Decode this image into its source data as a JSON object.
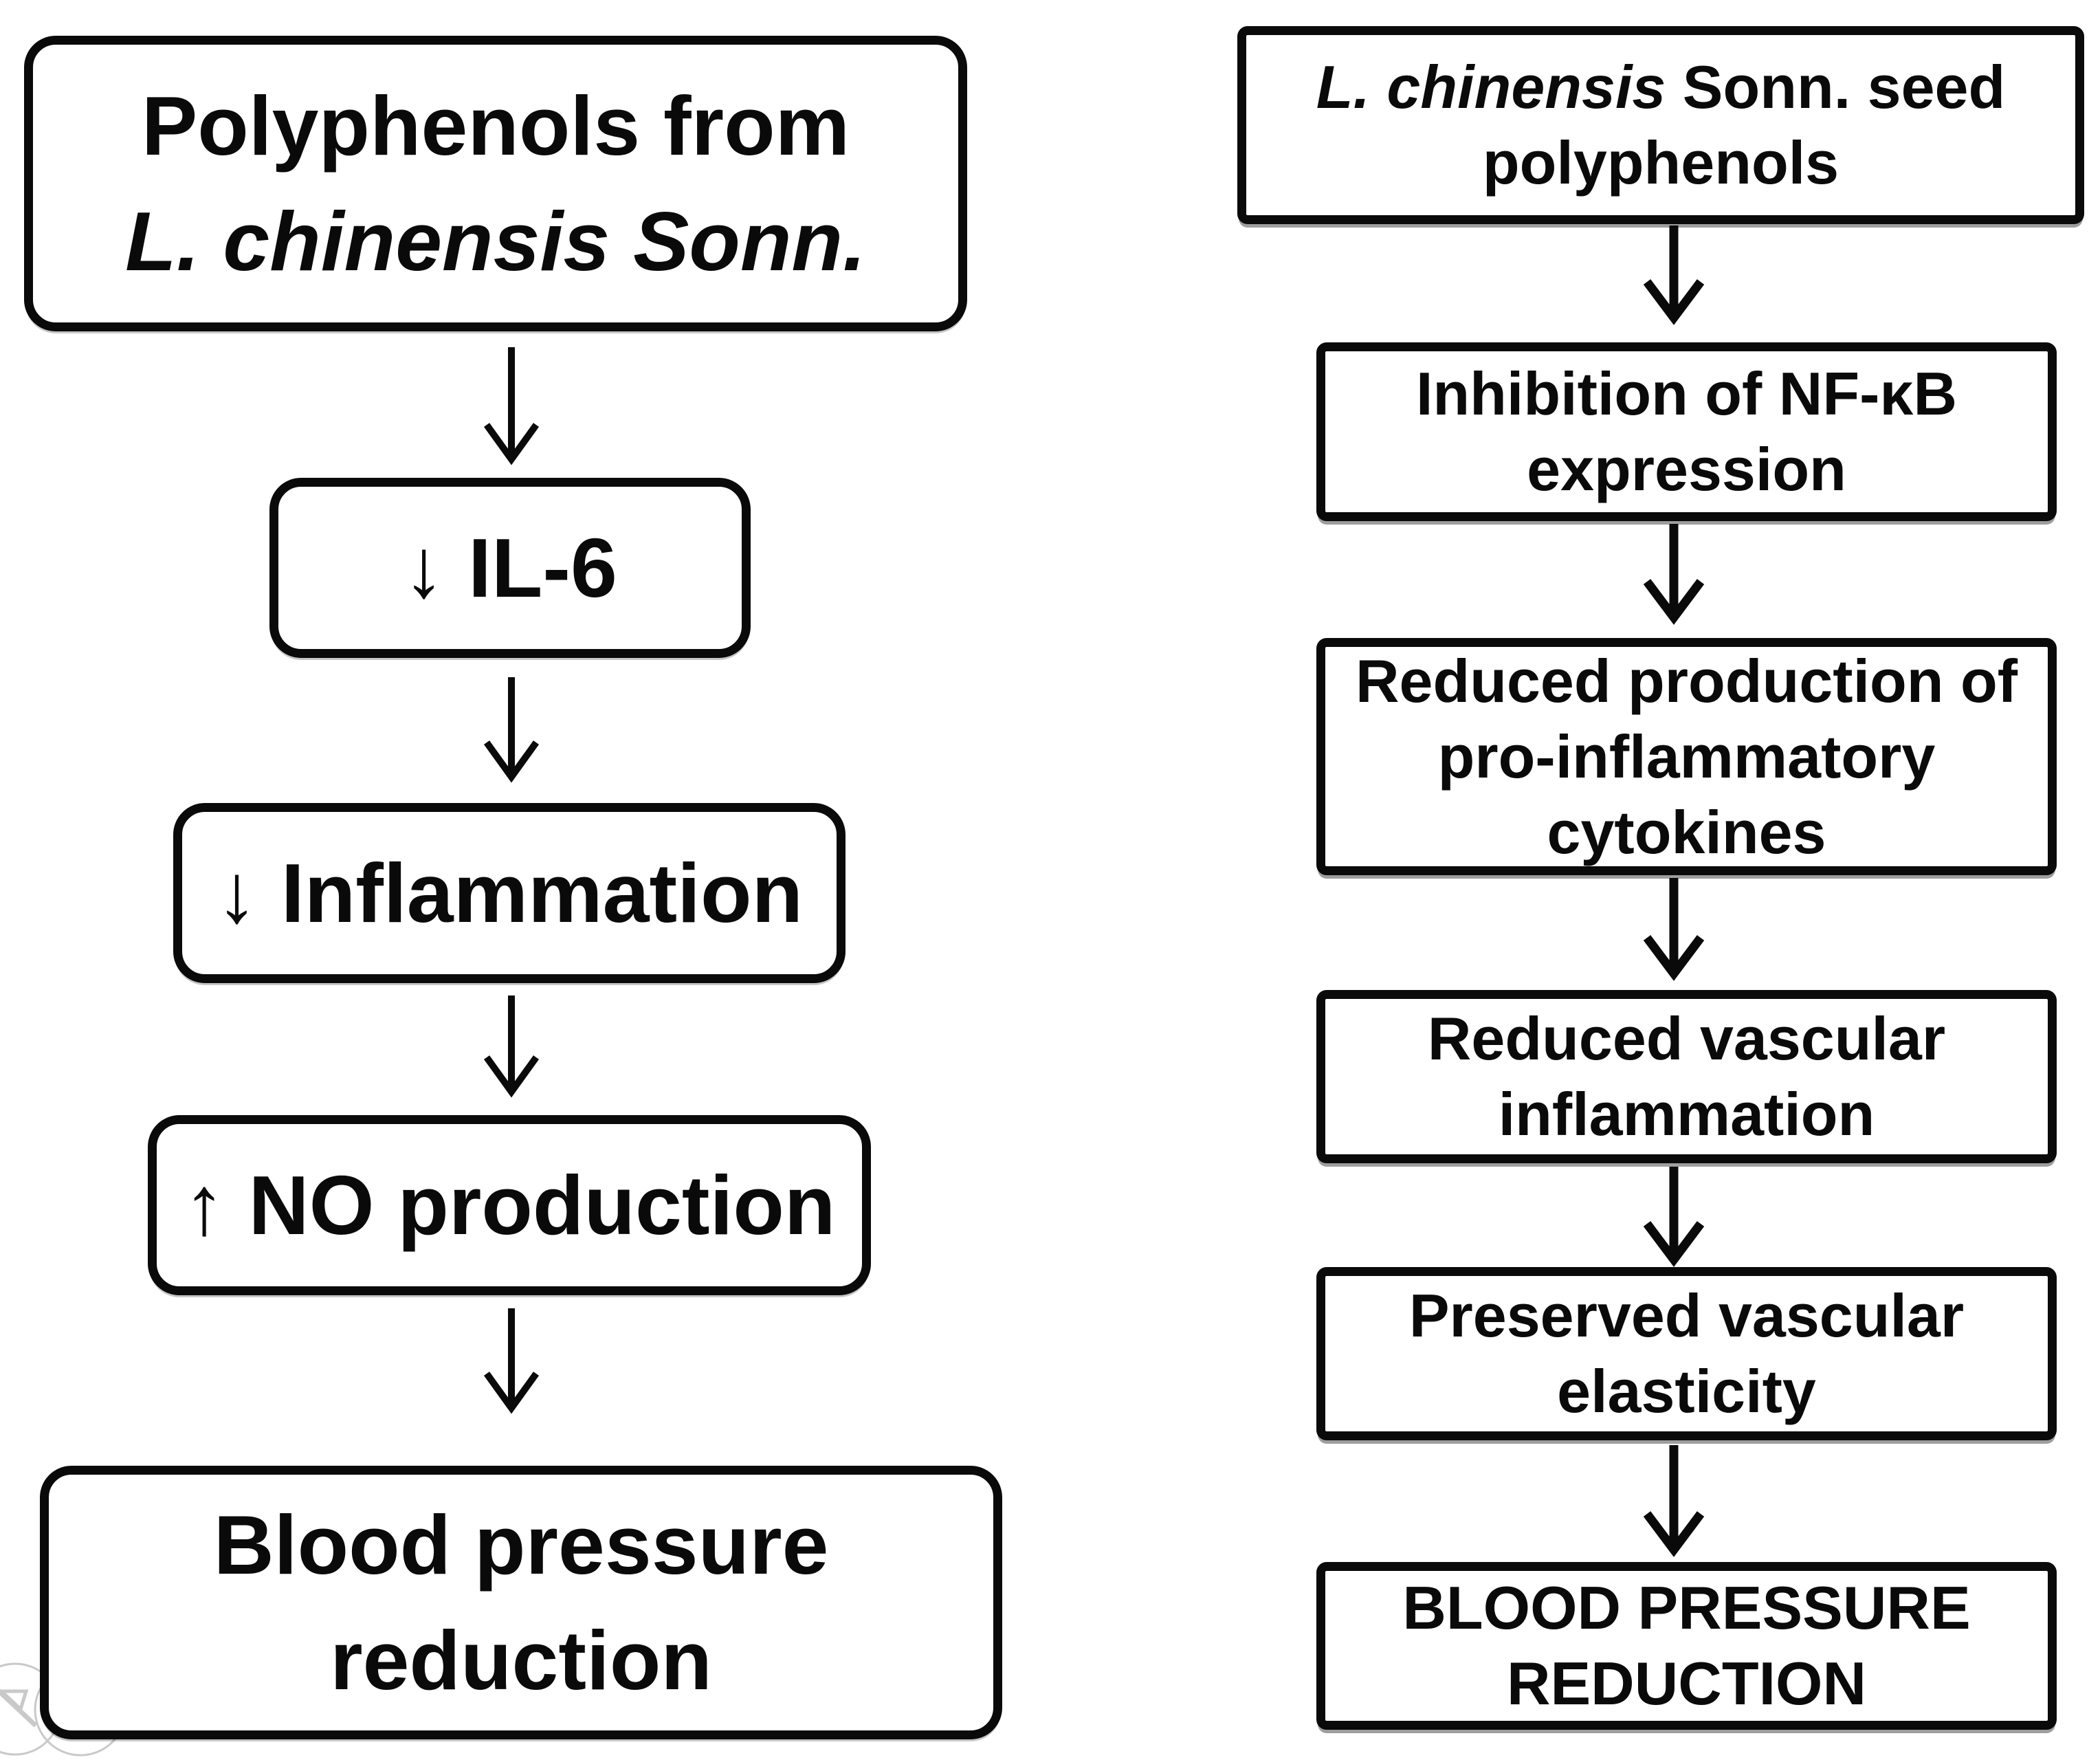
{
  "left": {
    "boxes": [
      {
        "lines": [
          "Polyphenols from",
          "L. chinensis Sonn."
        ]
      },
      {
        "lines": [
          "↓ IL-6"
        ]
      },
      {
        "lines": [
          "↓ Inflammation"
        ]
      },
      {
        "lines": [
          "↑ NO production"
        ]
      },
      {
        "lines": [
          "Blood pressure",
          "reduction"
        ]
      }
    ]
  },
  "right": {
    "boxes": [
      {
        "line1_italic": "L. chinensis",
        "line1_rest": " Sonn. seed",
        "line2": "polyphenols"
      },
      {
        "lines": [
          "Inhibition of NF-κB",
          "expression"
        ]
      },
      {
        "lines": [
          "Reduced production of",
          "pro-inflammatory",
          "cytokines"
        ]
      },
      {
        "lines": [
          "Reduced vascular",
          "inflammation"
        ]
      },
      {
        "lines": [
          "Preserved vascular",
          "elasticity"
        ]
      },
      {
        "lines": [
          "BLOOD PRESSURE",
          "REDUCTION"
        ]
      }
    ]
  },
  "watermark": {
    "icon_left": "muted-camera-icon",
    "icon_right": "ellipsis-icon"
  },
  "colors": {
    "ink": "#0a0a0a",
    "background": "#ffffff",
    "watermark": "#c9c9c9"
  }
}
